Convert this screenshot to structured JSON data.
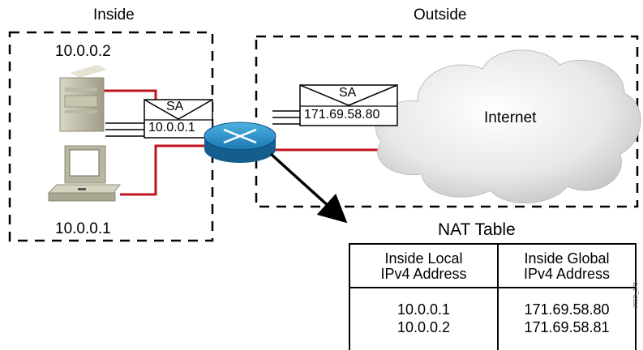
{
  "zones": {
    "inside_label": "Inside",
    "outside_label": "Outside"
  },
  "hosts": {
    "server_ip": "10.0.0.2",
    "pc_ip": "10.0.0.1"
  },
  "cloud_label": "Internet",
  "packets": {
    "inside": {
      "header": "SA",
      "address": "10.0.0.1"
    },
    "outside": {
      "header": "SA",
      "address": "171.69.58.80"
    }
  },
  "nat_table": {
    "title": "NAT Table",
    "columns": [
      {
        "line1": "Inside Local",
        "line2": "IPv4 Address"
      },
      {
        "line1": "Inside Global",
        "line2": "IPv4 Address"
      }
    ],
    "rows": [
      {
        "local": "10.0.0.1",
        "global": "171.69.58.80"
      },
      {
        "local": "10.0.0.2",
        "global": "171.69.58.81"
      }
    ]
  },
  "figure_id": "201D_175",
  "colors": {
    "link": "#c0141e",
    "router": "#1f7fb8",
    "cloud": "#e4e4e4"
  }
}
